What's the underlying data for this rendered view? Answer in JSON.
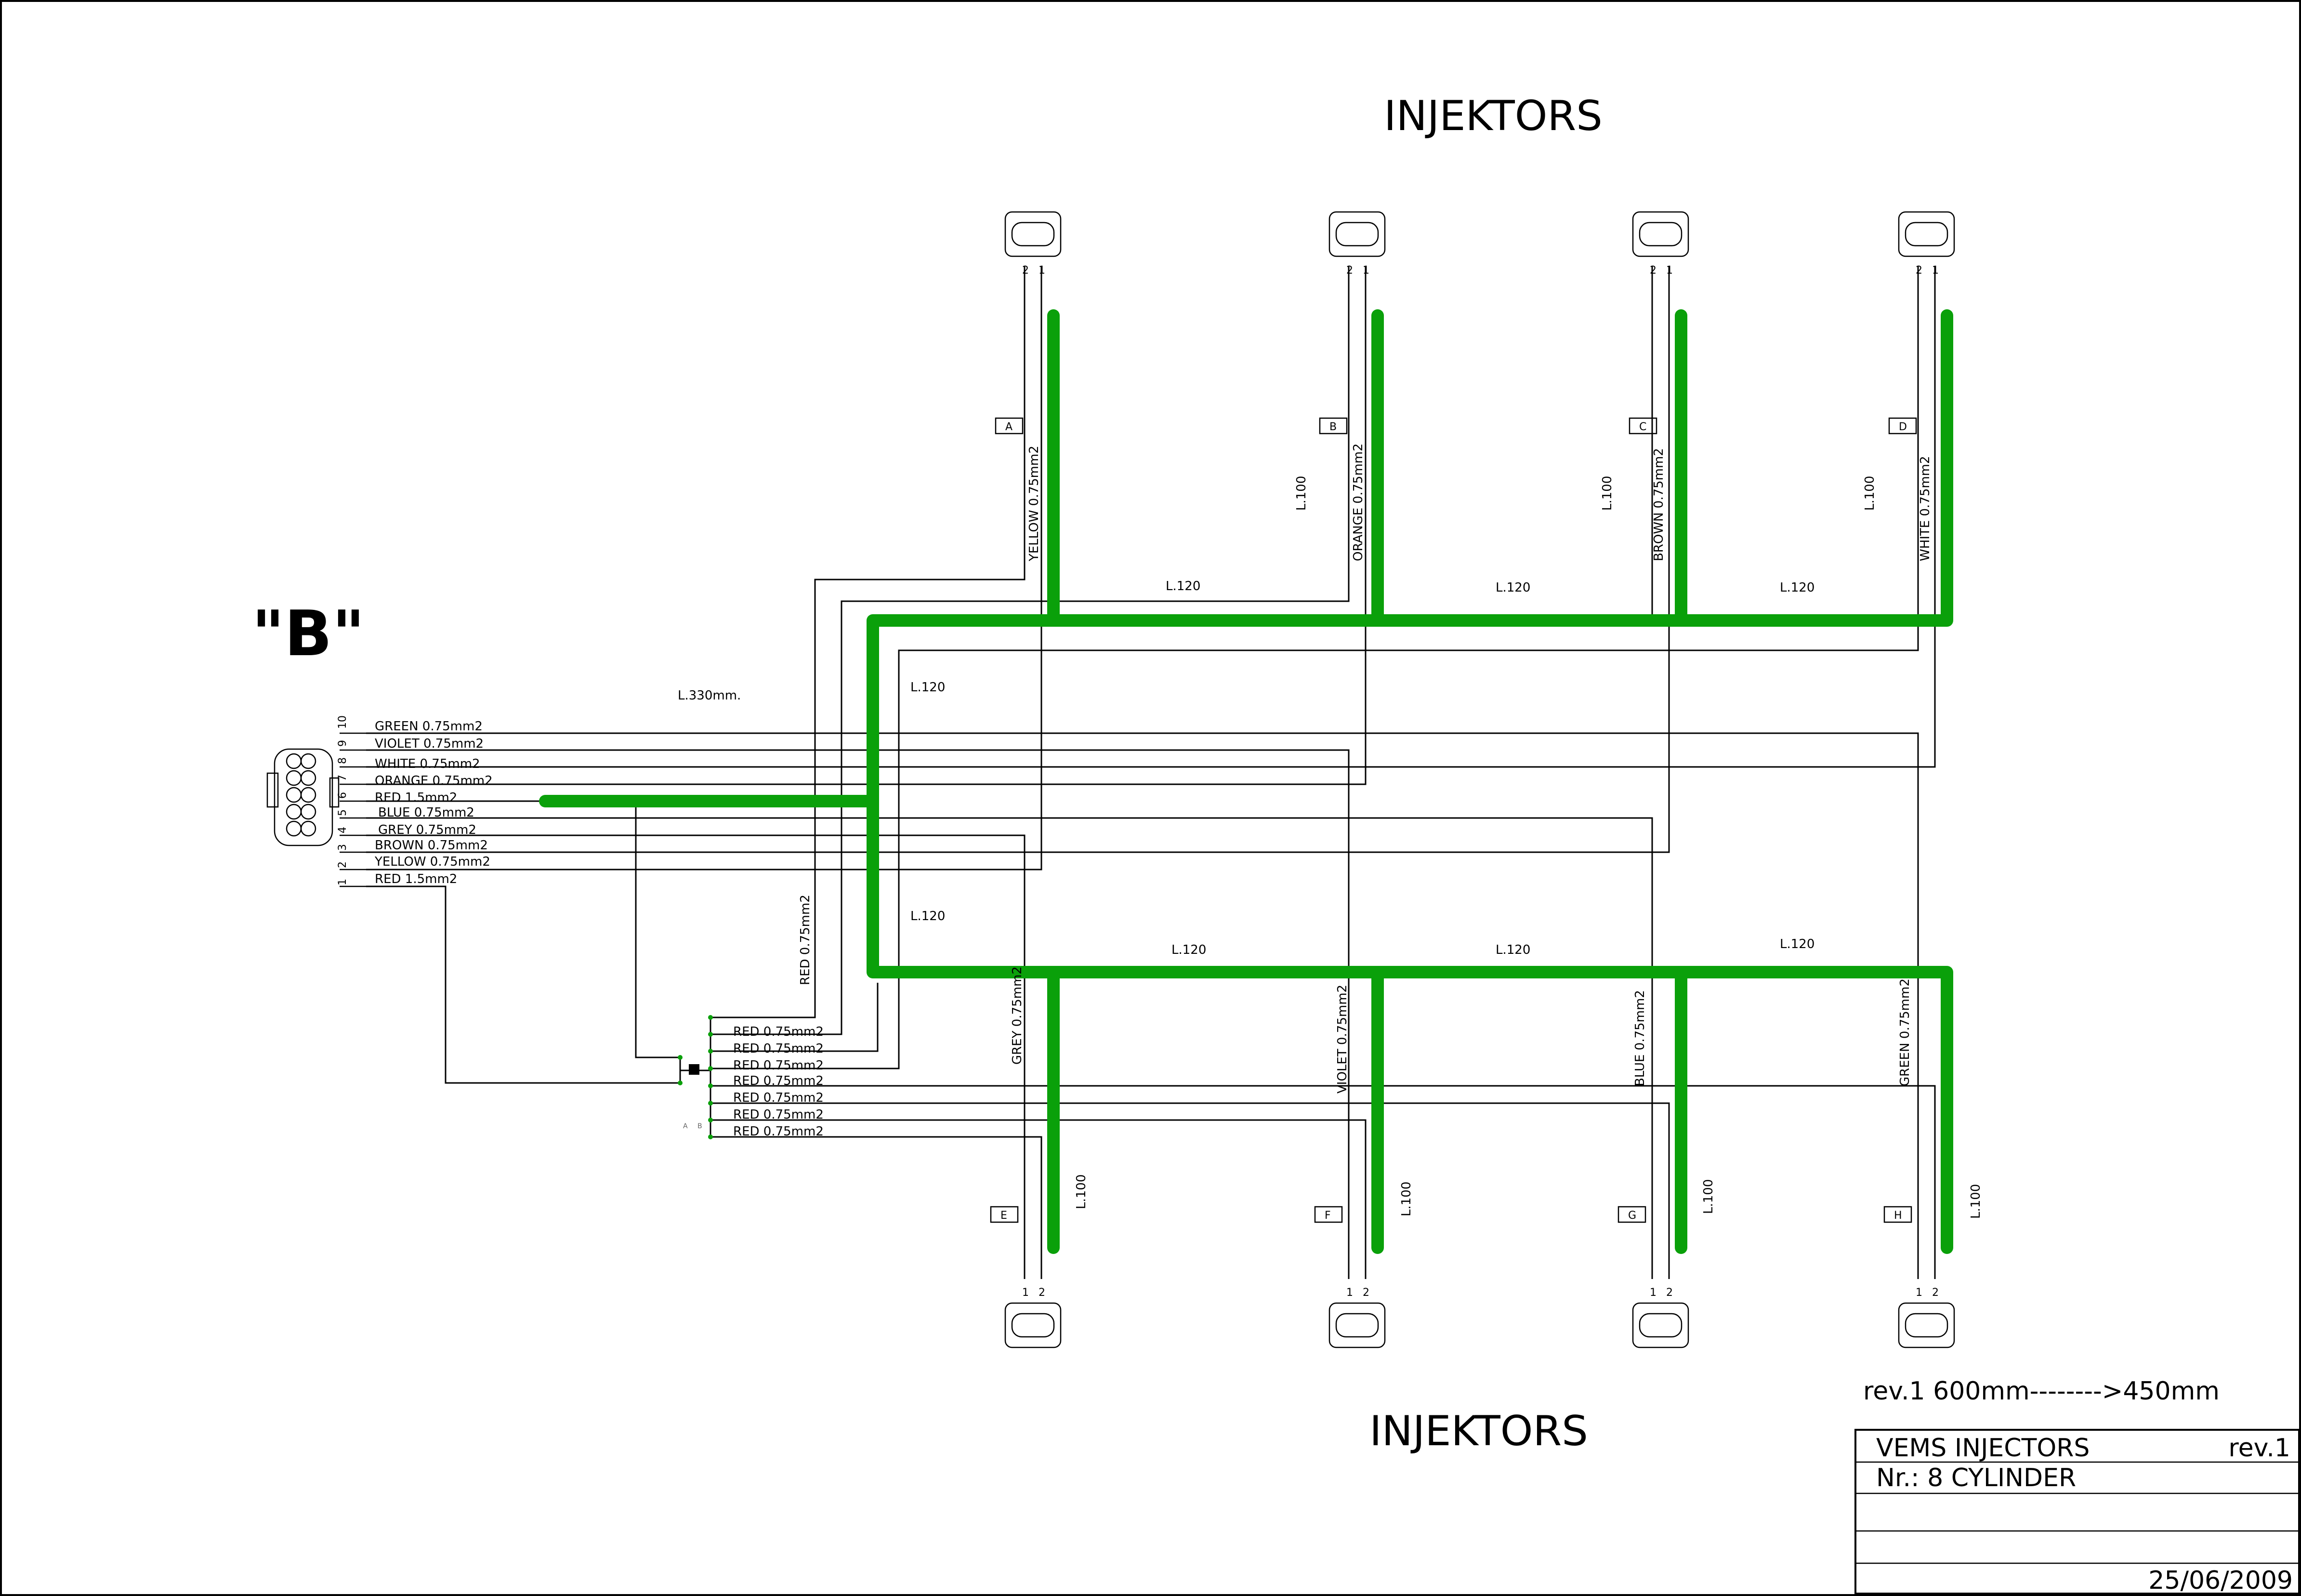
{
  "titles": {
    "top": "INJEKTORS",
    "bottom": "INJEKTORS",
    "connector": "\"B\""
  },
  "connector_pins": [
    {
      "num": "10",
      "label": "GREEN 0.75mm2"
    },
    {
      "num": "9",
      "label": "VIOLET 0.75mm2"
    },
    {
      "num": "8",
      "label": "WHITE 0.75mm2"
    },
    {
      "num": "7",
      "label": "ORANGE 0.75mm2"
    },
    {
      "num": "6",
      "label": "RED 1.5mm2"
    },
    {
      "num": "5",
      "label": "BLUE 0.75mm2"
    },
    {
      "num": "4",
      "label": "GREY 0.75mm2"
    },
    {
      "num": "3",
      "label": "BROWN 0.75mm2"
    },
    {
      "num": "2",
      "label": "YELLOW 0.75mm2"
    },
    {
      "num": "1",
      "label": "RED 1.5mm2"
    }
  ],
  "top_injectors": [
    {
      "tag": "A",
      "wire": "YELLOW 0.75mm2",
      "length": "",
      "p1": "2",
      "p2": "1"
    },
    {
      "tag": "B",
      "wire": "ORANGE 0.75mm2",
      "length": "L.100",
      "p1": "2",
      "p2": "1"
    },
    {
      "tag": "C",
      "wire": "BROWN 0.75mm2",
      "length": "L.100",
      "p1": "2",
      "p2": "1"
    },
    {
      "tag": "D",
      "wire": "WHITE 0.75mm2",
      "length": "L.100",
      "p1": "2",
      "p2": "1"
    }
  ],
  "bottom_injectors": [
    {
      "tag": "E",
      "wire": "GREY 0.75mm2",
      "length": "L.100",
      "p1": "1",
      "p2": "2"
    },
    {
      "tag": "F",
      "wire": "VIOLET 0.75mm2",
      "length": "L.100",
      "p1": "1",
      "p2": "2"
    },
    {
      "tag": "G",
      "wire": "BLUE 0.75mm2",
      "length": "L.100",
      "p1": "1",
      "p2": "2"
    },
    {
      "tag": "H",
      "wire": "GREEN 0.75mm2",
      "length": "L.100",
      "p1": "1",
      "p2": "2"
    }
  ],
  "lengths": {
    "top_1": "L.120",
    "top_2": "L.120",
    "top_3": "L.120",
    "bottom_1": "L.120",
    "bottom_2": "L.120",
    "bottom_3": "L.120",
    "trunk_upper": "L.120",
    "trunk_lower": "L.120",
    "main": "L.330mm."
  },
  "splice": {
    "feed_label": "RED 0.75mm2",
    "wires": [
      "RED 0.75mm2",
      "RED 0.75mm2",
      "RED 0.75mm2",
      "RED 0.75mm2",
      "RED 0.75mm2",
      "RED 0.75mm2",
      "RED 0.75mm2"
    ],
    "a": "A",
    "b": "B"
  },
  "revision_note": "rev.1 600mm-------->450mm",
  "title_block": {
    "title": "VEMS INJECTORS",
    "rev": "rev.1",
    "number": "Nr.: 8 CYLINDER",
    "date": "25/06/2009"
  },
  "colors": {
    "harness": "#0aa00a",
    "line": "#000000",
    "background": "#ffffff"
  }
}
